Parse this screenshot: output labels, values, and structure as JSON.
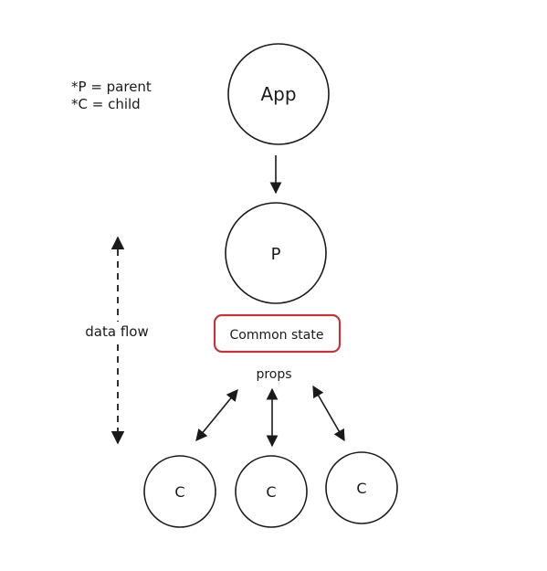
{
  "legend": {
    "line1": "*P = parent",
    "line2": "*C = child"
  },
  "nodes": {
    "app": "App",
    "parent": "P",
    "child1": "C",
    "child2": "C",
    "child3": "C"
  },
  "state_box": {
    "label": "Common state",
    "border_color": "#b83a3f"
  },
  "props_label": "props",
  "data_flow_label": "data flow"
}
